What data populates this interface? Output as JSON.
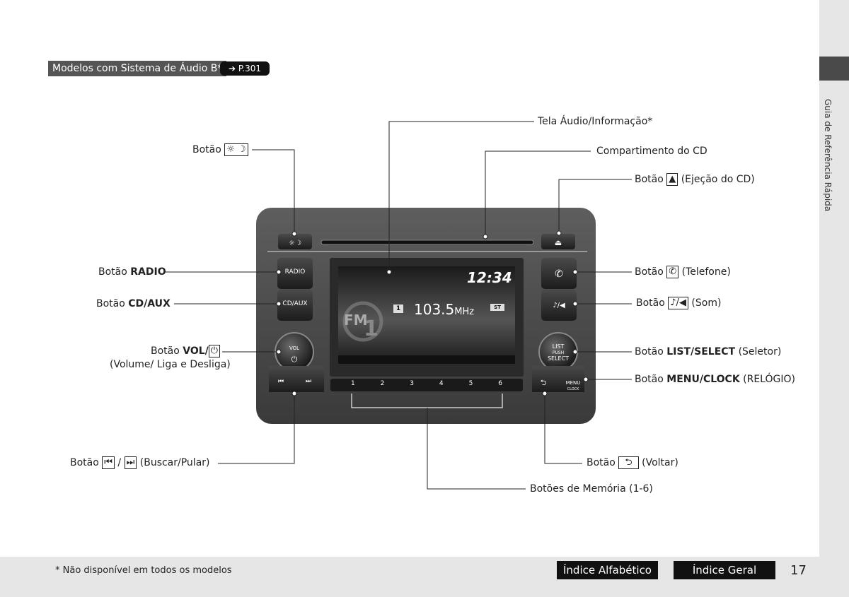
{
  "header": {
    "tag": "Modelos com Sistema de Áudio B*",
    "ref": "P.301"
  },
  "sidebar": {
    "label": "Guia de Referência Rápida"
  },
  "device": {
    "btn_radio": "RADIO",
    "btn_cdaux": "CD/AUX",
    "btn_vol": "VOL",
    "btn_list": "LIST",
    "btn_push": "PUSH",
    "btn_select": "SELECT",
    "btn_menu": "MENU",
    "btn_clock": "CLOCK",
    "screen": {
      "clock": "12:34",
      "preset": "1",
      "frequency": "103.5",
      "unit": "MHz",
      "st": "ST",
      "band": "FM",
      "band_num": "1"
    },
    "presets": [
      "1",
      "2",
      "3",
      "4",
      "5",
      "6"
    ]
  },
  "labels": {
    "botao": "Botão",
    "tela": "Tela Áudio/Informação*",
    "cd": "Compartimento do CD",
    "eject_suffix": "(Ejeção do CD)",
    "radio": "RADIO",
    "cdaux": "CD/AUX",
    "vol": "VOL/",
    "vol_sub": "(Volume/ Liga e Desliga)",
    "phone_suffix": "(Telefone)",
    "sound_suffix": "(Som)",
    "list": "LIST/SELECT",
    "list_suffix": "(Seletor)",
    "menu": "MENU/CLOCK",
    "menu_suffix": "(RELÓGIO)",
    "seek_suffix": "(Buscar/Pular)",
    "back_suffix": "(Voltar)",
    "memory": "Botões de Memória (1-6)"
  },
  "footer": {
    "note": "* Não disponível em todos os modelos",
    "index_alpha": "Índice Alfabético",
    "index_general": "Índice Geral",
    "page": "17"
  }
}
